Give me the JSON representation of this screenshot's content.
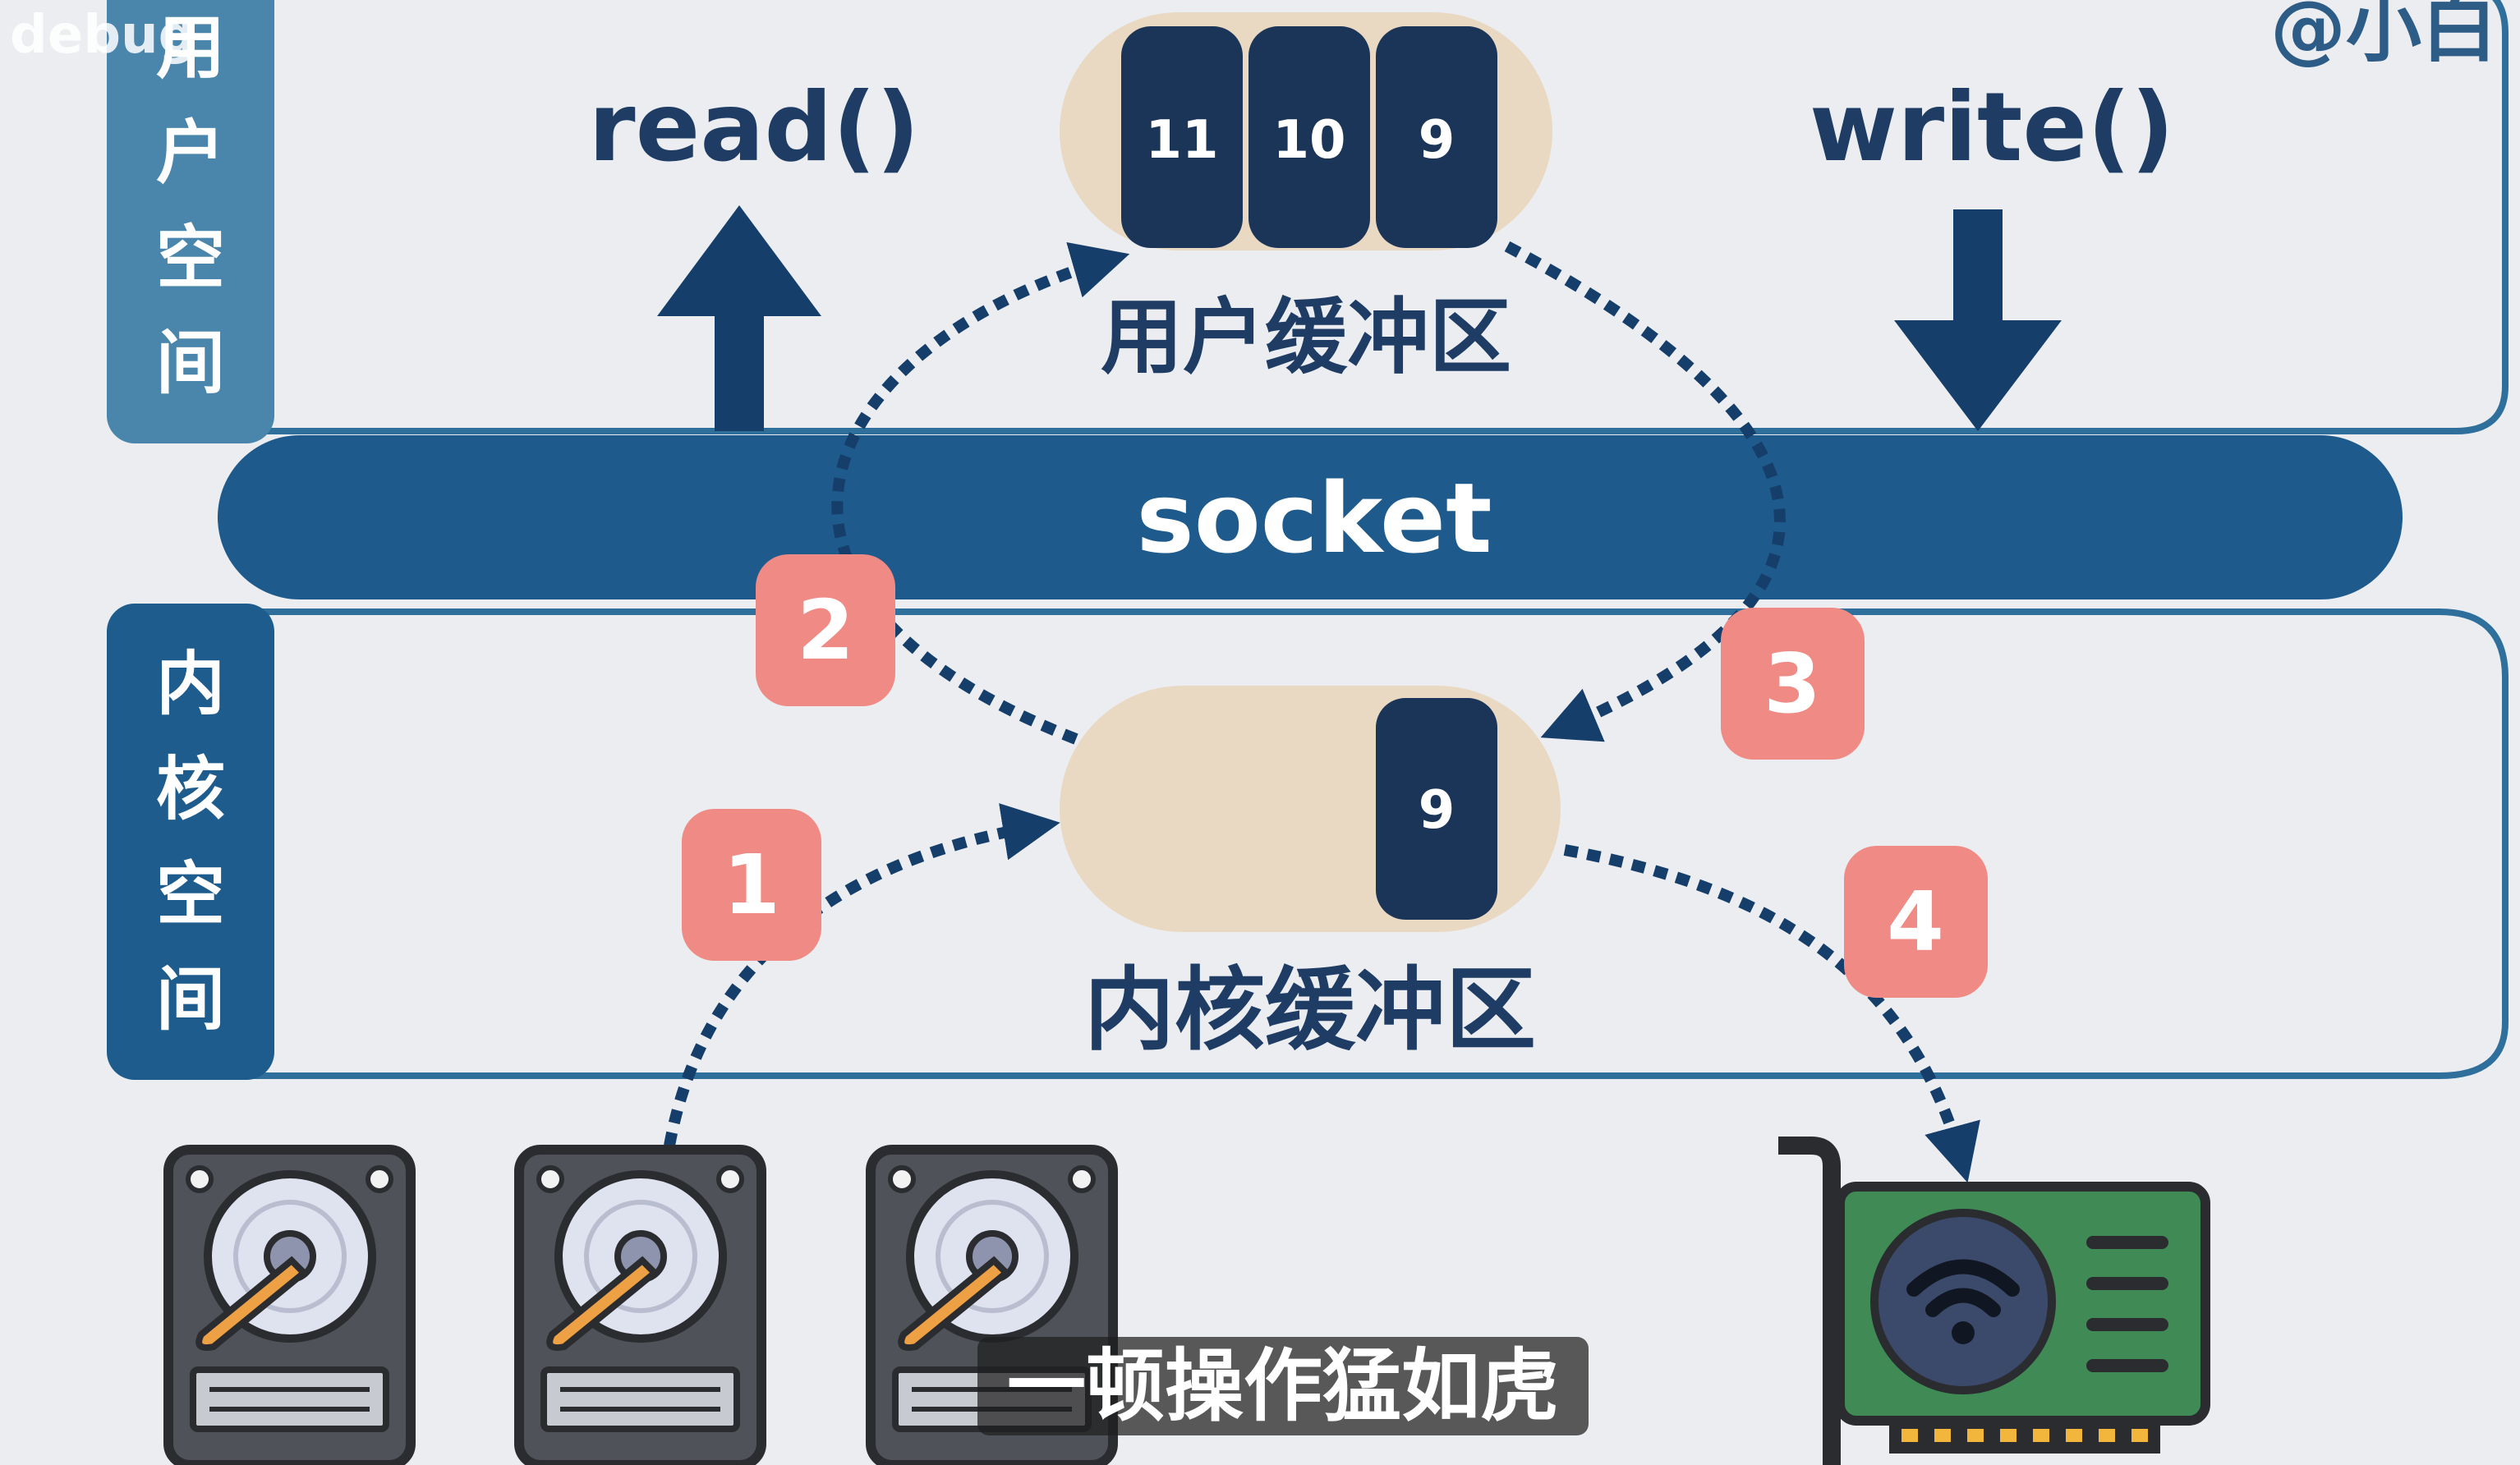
{
  "watermark_left": "debug",
  "watermark_right": "@小白",
  "user_space": {
    "chars": [
      "用",
      "户",
      "空",
      "间"
    ]
  },
  "kernel_space": {
    "chars": [
      "内",
      "核",
      "空",
      "间"
    ]
  },
  "read_label": "read()",
  "write_label": "write()",
  "socket_label": "socket",
  "user_buffer": {
    "label": "用户缓冲区",
    "blocks": [
      "11",
      "10",
      "9"
    ]
  },
  "kernel_buffer": {
    "label": "内核缓冲区",
    "blocks": [
      "9"
    ]
  },
  "steps": [
    "1",
    "2",
    "3",
    "4"
  ],
  "subtitle": "一顿操作猛如虎",
  "colors": {
    "background": "#ebedf0",
    "socket": "#1e5b8c",
    "space_outline": "#2f6f9c",
    "block": "#1b3558",
    "buffer": "#ead9c2",
    "step_badge": "#f08a84",
    "arrow": "#163e6a",
    "nic_board": "#3f8a55"
  },
  "icons": [
    "hard-drive-icon",
    "hard-drive-icon",
    "hard-drive-icon",
    "network-card-icon",
    "wifi-icon"
  ]
}
